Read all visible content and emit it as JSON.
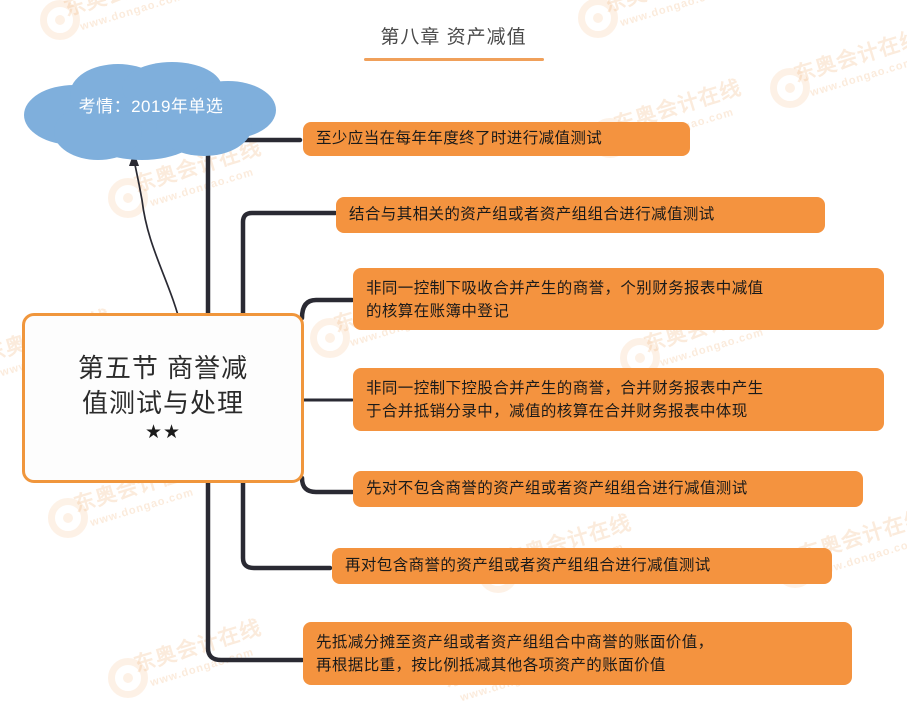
{
  "page": {
    "title": "第八章 资产减值",
    "watermark_brand": "东奥会计在线",
    "watermark_url": "www.dongao.com"
  },
  "colors": {
    "branch_fill": "#f4933f",
    "root_border": "#f0963c",
    "cloud_fill": "#7fafdc",
    "title_rule": "#f0a05a",
    "connector": "#2a2a33"
  },
  "cloud": {
    "label": "考情：2019年单选"
  },
  "root": {
    "line1": "第五节 商誉减",
    "line2": "值测试与处理",
    "stars": "★★"
  },
  "branches": [
    {
      "id": "branch-1",
      "lines": [
        "至少应当在每年年度终了时进行减值测试"
      ]
    },
    {
      "id": "branch-2",
      "lines": [
        "结合与其相关的资产组或者资产组组合进行减值测试"
      ]
    },
    {
      "id": "branch-3",
      "lines": [
        "非同一控制下吸收合并产生的商誉，个别财务报表中减值",
        "的核算在账簿中登记"
      ]
    },
    {
      "id": "branch-4",
      "lines": [
        "非同一控制下控股合并产生的商誉，合并财务报表中产生",
        "于合并抵销分录中，减值的核算在合并财务报表中体现"
      ]
    },
    {
      "id": "branch-5",
      "lines": [
        "先对不包含商誉的资产组或者资产组组合进行减值测试"
      ]
    },
    {
      "id": "branch-6",
      "lines": [
        "再对包含商誉的资产组或者资产组组合进行减值测试"
      ]
    },
    {
      "id": "branch-7",
      "lines": [
        "先抵减分摊至资产组或者资产组组合中商誉的账面价值，",
        "再根据比重，按比例抵减其他各项资产的账面价值"
      ]
    }
  ]
}
